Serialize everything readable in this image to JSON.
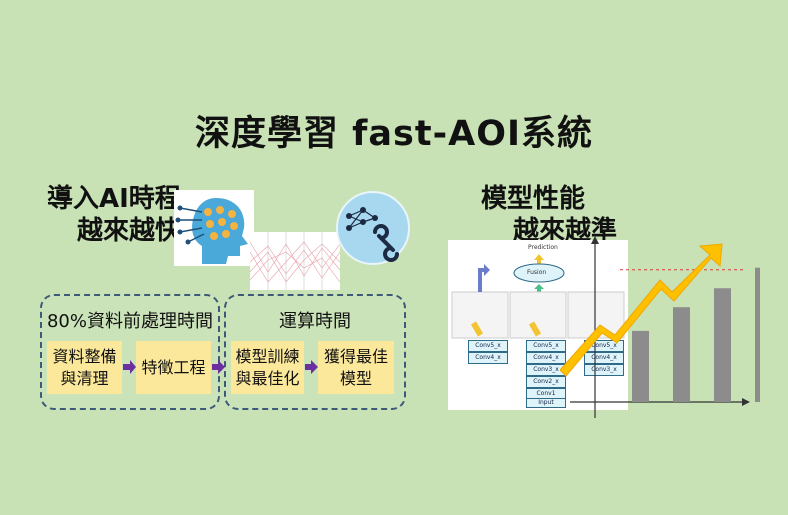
{
  "title": "深度學習 fast-AOI系統",
  "left_heading": {
    "line1": "導入AI時程",
    "line2": "越來越快"
  },
  "right_heading": {
    "line1": "模型性能",
    "line2": "越來越準"
  },
  "group_preprocess": {
    "label": "80%資料前處理時間",
    "steps": [
      "資料整備\n與清理",
      "特徵工程"
    ]
  },
  "group_compute": {
    "label": "運算時間",
    "steps": [
      "模型訓練\n與最佳化",
      "獲得最佳\n模型"
    ]
  },
  "network_diagram": {
    "prediction": "Prediction",
    "fusion": "Fusion",
    "layers": [
      "Conv5_x",
      "Conv4_x",
      "Conv3_x",
      "Conv2_x",
      "Conv1",
      "Input"
    ],
    "side_left": [
      "Conv5_x",
      "Conv4_x"
    ],
    "side_right": [
      "Conv5_x",
      "Conv4_x",
      "Conv3_x"
    ]
  },
  "performance_chart": {
    "type": "bar",
    "values": [
      0.45,
      0.6,
      0.72,
      0.85
    ],
    "target_level": 0.9,
    "bar_color": "#8c8c8c",
    "arrow_color": "#ffc000",
    "target_line_color": "#e23b3b"
  },
  "colors": {
    "background": "#c8e2b6",
    "step_box": "#fbe89a",
    "flow_arrow": "#6b2fa0",
    "dash_border": "#3d5a7a"
  },
  "icons": [
    "ai-head-icon",
    "neural-network-wrench-icon",
    "data-plot-icon"
  ]
}
